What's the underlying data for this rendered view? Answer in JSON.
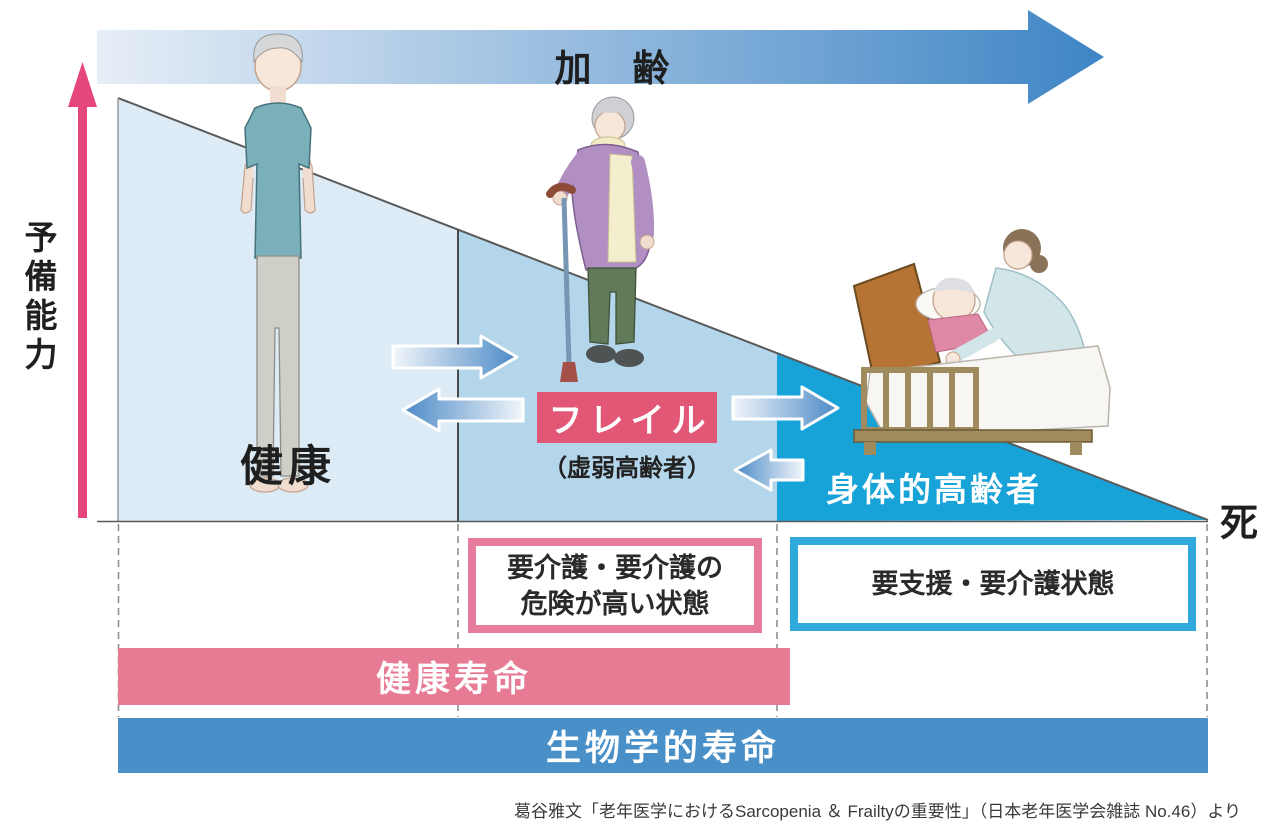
{
  "diagram": {
    "aging_arrow_label": "加　齢",
    "reserve_axis_label": "予備能力",
    "death_label": "死",
    "sections": {
      "healthy_label": "健康",
      "frail_label": "フレイル",
      "frail_sublabel": "（虚弱高齢者）",
      "disabled_label": "身体的高齢者"
    },
    "status_boxes": {
      "frail_risk_line1": "要介護・要介護の",
      "frail_risk_line2": "危険が高い状態",
      "care_need_label": "要支援・要介護状態"
    },
    "lifespan_bars": {
      "healthy_label": "健康寿命",
      "biological_label": "生物学的寿命"
    },
    "citation": "葛谷雅文「老年医学におけるSarcopenia ＆ Frailtyの重要性」（日本老年医学会雑誌 No.46）より",
    "illustrations": {
      "healthy_person": "standing-elderly-man",
      "frail_person": "elderly-woman-with-cane",
      "bedridden_person": "bedridden-patient-with-caregiver"
    },
    "colors": {
      "section_healthy": "#dcebf5",
      "section_frail": "#b4d6ea",
      "section_disabled": "#18a3d8",
      "frail_tag_pink": "#e25776",
      "risk_box_border": "#e87c9c",
      "care_box_border": "#2fa8dc",
      "healthy_lifespan_bar": "#e87b94",
      "biological_lifespan_bar": "#4a90c8",
      "reserve_arrow_pink": "#e5477c",
      "aging_arrow_blue": "#3e85c5"
    }
  }
}
